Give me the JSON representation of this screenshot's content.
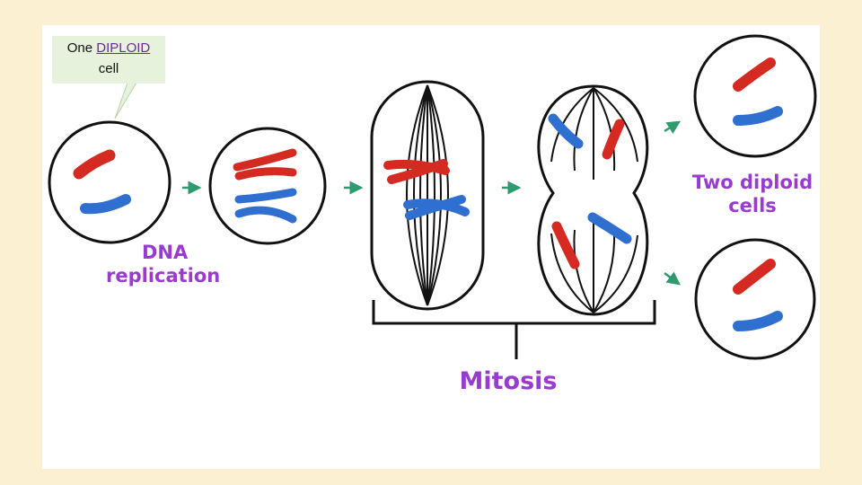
{
  "callout": {
    "prefix": "One",
    "keyword": "DIPLOID",
    "suffix": "cell"
  },
  "labels": {
    "dna_line1": "DNA",
    "dna_line2": "replication",
    "two_line1": "Two diploid",
    "two_line2": "cells",
    "mitosis": "Mitosis"
  },
  "colors": {
    "red_chromosome": "#d42a22",
    "blue_chromosome": "#2f6fd0",
    "arrow": "#2e9a6e",
    "label": "#9a3bd0",
    "keyword": "#6b2c8f",
    "callout_bg": "#e7f2dc"
  }
}
